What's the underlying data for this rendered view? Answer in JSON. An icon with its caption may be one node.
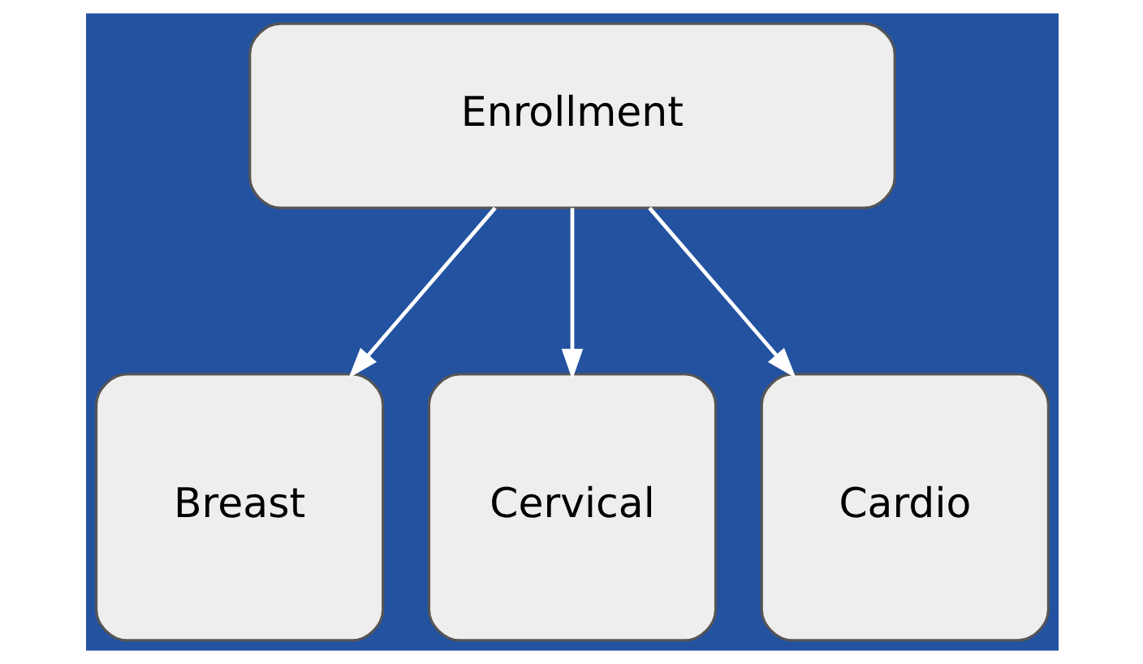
{
  "diagram": {
    "nodes": [
      {
        "text": [
          "Enrollment"
        ]
      },
      {
        "text": [
          "Breast"
        ]
      },
      {
        "text": [
          "Cervical"
        ]
      },
      {
        "text": [
          "Cardio"
        ]
      }
    ],
    "edges": [
      {
        "from": 0,
        "to": 1,
        "arrow": "to"
      },
      {
        "from": 0,
        "to": 2,
        "arrow": "to"
      },
      {
        "from": 0,
        "to": 3,
        "arrow": "to"
      }
    ]
  }
}
